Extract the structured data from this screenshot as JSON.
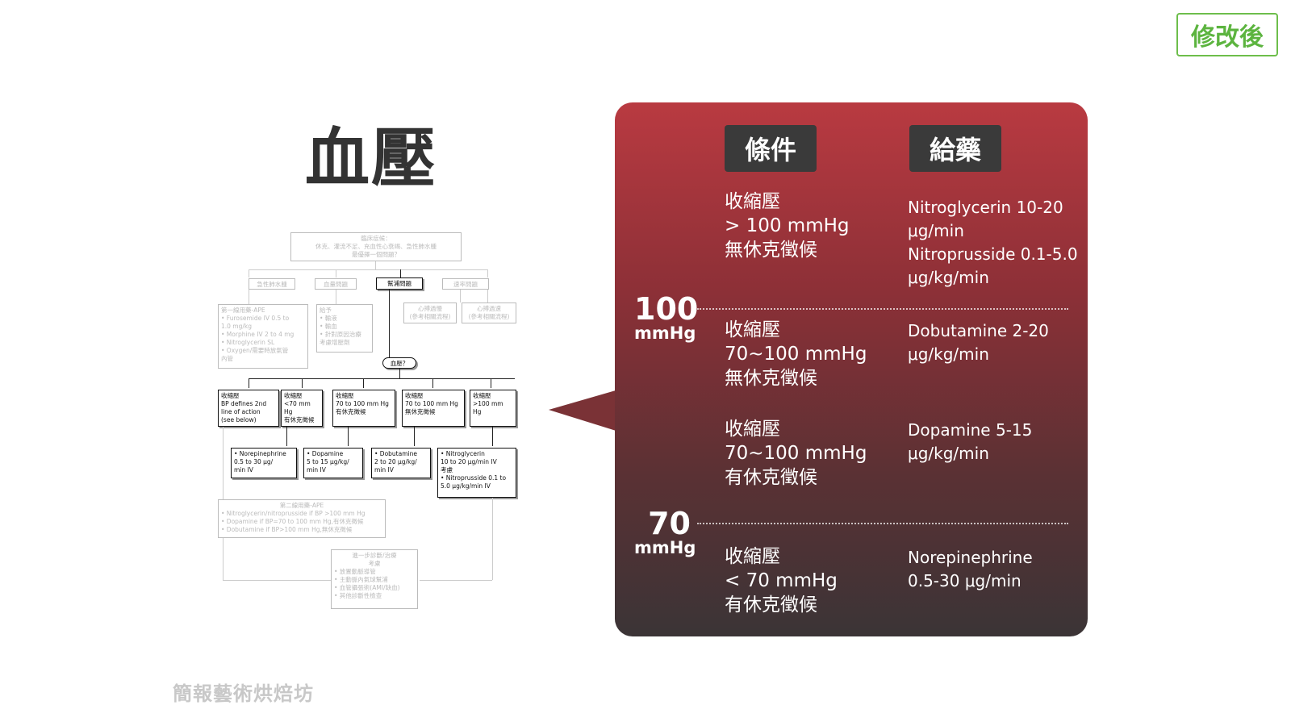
{
  "badge": "修改後",
  "title": "血壓",
  "watermark": "簡報藝術烘焙坊",
  "headers": {
    "condition": "條件",
    "medication": "給藥"
  },
  "thresholds": [
    {
      "value": "100",
      "unit": "mmHg"
    },
    {
      "value": "70",
      "unit": "mmHg"
    }
  ],
  "rows": [
    {
      "condition": [
        "收縮壓",
        "> 100 mmHg",
        "無休克徵候"
      ],
      "medication": [
        "Nitroglycerin 10-20",
        "μg/min",
        "Nitroprusside 0.1-5.0",
        "μg/kg/min"
      ]
    },
    {
      "condition": [
        "收縮壓",
        "70~100 mmHg",
        "無休克徵候"
      ],
      "medication": [
        "Dobutamine 2-20",
        "μg/kg/min"
      ]
    },
    {
      "condition": [
        "收縮壓",
        "70~100 mmHg",
        "有休克徵候"
      ],
      "medication": [
        "Dopamine 5-15",
        "μg/kg/min"
      ]
    },
    {
      "condition": [
        "收縮壓",
        "< 70 mmHg",
        "有休克徵候"
      ],
      "medication": [
        "Norepinephrine",
        "0.5-30 μg/min"
      ]
    }
  ],
  "flowchart": {
    "top": [
      "臨床症候：",
      "休克、灌流不足、充血性心衰竭、急性肺水腫",
      "最優擇一個問題？"
    ],
    "branches": [
      "急性肺水腫",
      "血量問題",
      "幫浦問題",
      "速率問題"
    ],
    "ape_first": [
      "第一線用藥-APE",
      "• Furosemide IV 0.5 to",
      "1.0 mg/kg",
      "• Morphine IV 2 to 4 mg",
      "• Nitroglycerin SL",
      "• Oxygen/需要時放氣管",
      "內管"
    ],
    "volume": [
      "給予",
      "• 輸液",
      "• 輸血",
      "• 針對原因治療",
      "考慮增壓劑"
    ],
    "rate1": [
      "心搏過慢",
      "(參考相關流程)"
    ],
    "rate2": [
      "心搏過速",
      "(參考相關流程)"
    ],
    "bp_node": "血壓？",
    "bp_boxes": [
      [
        "收縮壓",
        "BP defines 2nd",
        "line of action",
        "(see below)"
      ],
      [
        "收縮壓",
        "<70 mm Hg",
        "有休克徵候"
      ],
      [
        "收縮壓",
        "70 to 100 mm Hg",
        "有休克徵候"
      ],
      [
        "收縮壓",
        "70 to 100 mm Hg",
        "無休克徵候"
      ],
      [
        "收縮壓",
        ">100 mm Hg"
      ]
    ],
    "drug_boxes": [
      [
        "• Norepinephrine",
        "0.5 to 30 μg/",
        "min IV"
      ],
      [
        "• Dopamine",
        "5 to 15 μg/kg/",
        "min IV"
      ],
      [
        "• Dobutamine",
        "2 to 20 μg/kg/",
        "min IV"
      ],
      [
        "• Nitroglycerin",
        "10 to 20 μg/min IV",
        "考慮",
        "• Nitroprusside 0.1 to",
        "5.0 μg/kg/min IV"
      ]
    ],
    "ape_second": [
      "第二線用藥-APE",
      "• Nitroglycerin/nitroprusside if BP >100 mm Hg",
      "• Dopamine if BP=70 to 100 mm Hg,有休克徵候",
      "• Dobutamine if BP>100 mm Hg,無休克徵候"
    ],
    "further": [
      "進一步診斷/治療",
      "考慮",
      "• 放置動脈導管",
      "• 主動脈內氣球幫浦",
      "• 血管攝張術(AMI/缺血)",
      "• 其他診斷性檢查"
    ]
  }
}
